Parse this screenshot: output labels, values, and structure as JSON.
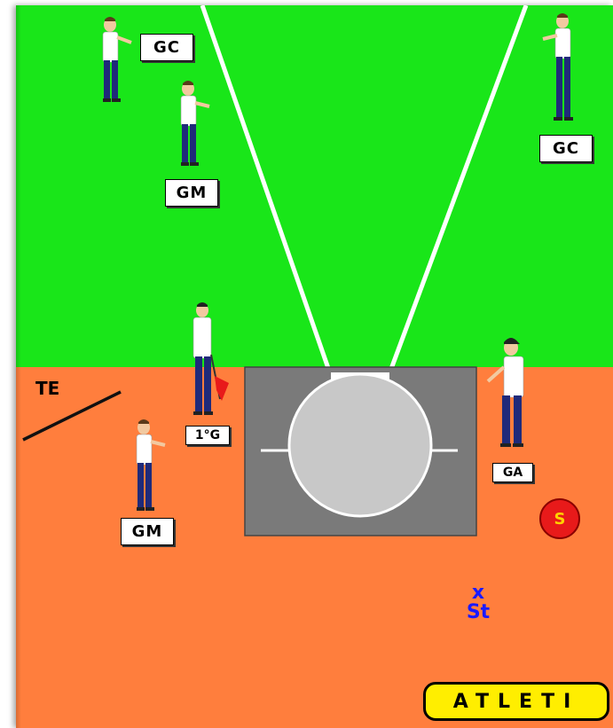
{
  "labels": {
    "gc_left": "GC",
    "gc_right": "GC",
    "gm_top": "GM",
    "gm_bottom": "GM",
    "first_judge": "1°G",
    "ga": "GA",
    "te": "TE",
    "st_marker": "x",
    "st": "St",
    "s": "S"
  },
  "logo": {
    "text": "ATLETI"
  },
  "colors": {
    "grass": "#19e619",
    "clay": "#ff7e3d",
    "cage": "#7a7a7a",
    "circle": "#c8c8c8",
    "st": "#1a1aff",
    "s_circle": "#e81a1a",
    "logo_bg": "#ffee00"
  }
}
